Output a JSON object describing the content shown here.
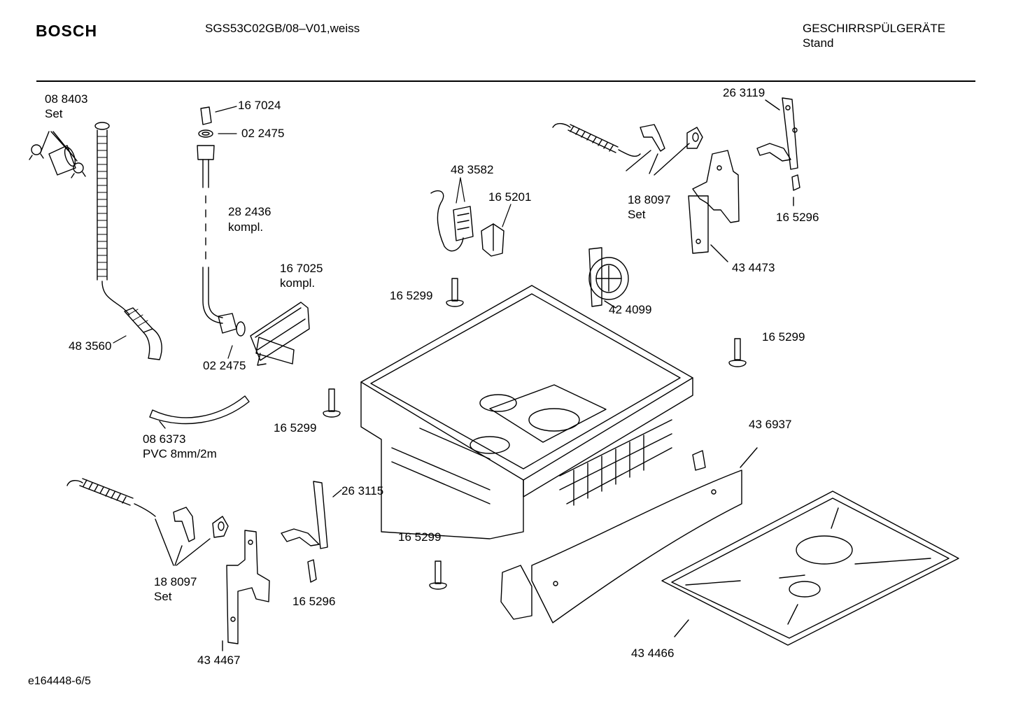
{
  "header": {
    "brand": "BOSCH",
    "model": "SGS53C02GB/08–V01,weiss",
    "category": "GESCHIRRSPÜLGERÄTE",
    "view": "Stand"
  },
  "footer": {
    "ref": "e164448-6/5"
  },
  "parts": [
    {
      "id": "p0883",
      "number": "08 8403",
      "note": "Set"
    },
    {
      "id": "p167024",
      "number": "16 7024"
    },
    {
      "id": "p022475a",
      "number": "02 2475"
    },
    {
      "id": "p282436",
      "number": "28 2436",
      "note": "kompl."
    },
    {
      "id": "p167025",
      "number": "16 7025",
      "note": "kompl."
    },
    {
      "id": "p022475b",
      "number": "02 2475"
    },
    {
      "id": "p483560",
      "number": "48 3560"
    },
    {
      "id": "p483582",
      "number": "48 3582"
    },
    {
      "id": "p165201",
      "number": "16 5201"
    },
    {
      "id": "p188097a",
      "number": "18 8097",
      "note": "Set"
    },
    {
      "id": "p263119",
      "number": "26 3119"
    },
    {
      "id": "p165296a",
      "number": "16 5296"
    },
    {
      "id": "p434473",
      "number": "43 4473"
    },
    {
      "id": "p165299a",
      "number": "16 5299"
    },
    {
      "id": "p424099",
      "number": "42 4099"
    },
    {
      "id": "p165299b",
      "number": "16 5299"
    },
    {
      "id": "p165299c",
      "number": "16 5299"
    },
    {
      "id": "p086373",
      "number": "08 6373",
      "note": "PVC 8mm/2m"
    },
    {
      "id": "p263115",
      "number": "26 3115"
    },
    {
      "id": "p436937",
      "number": "43 6937"
    },
    {
      "id": "p165299d",
      "number": "16 5299"
    },
    {
      "id": "p188097b",
      "number": "18 8097",
      "note": "Set"
    },
    {
      "id": "p165296b",
      "number": "16 5296"
    },
    {
      "id": "p434467",
      "number": "43 4467"
    },
    {
      "id": "p434466",
      "number": "43 4466"
    }
  ]
}
